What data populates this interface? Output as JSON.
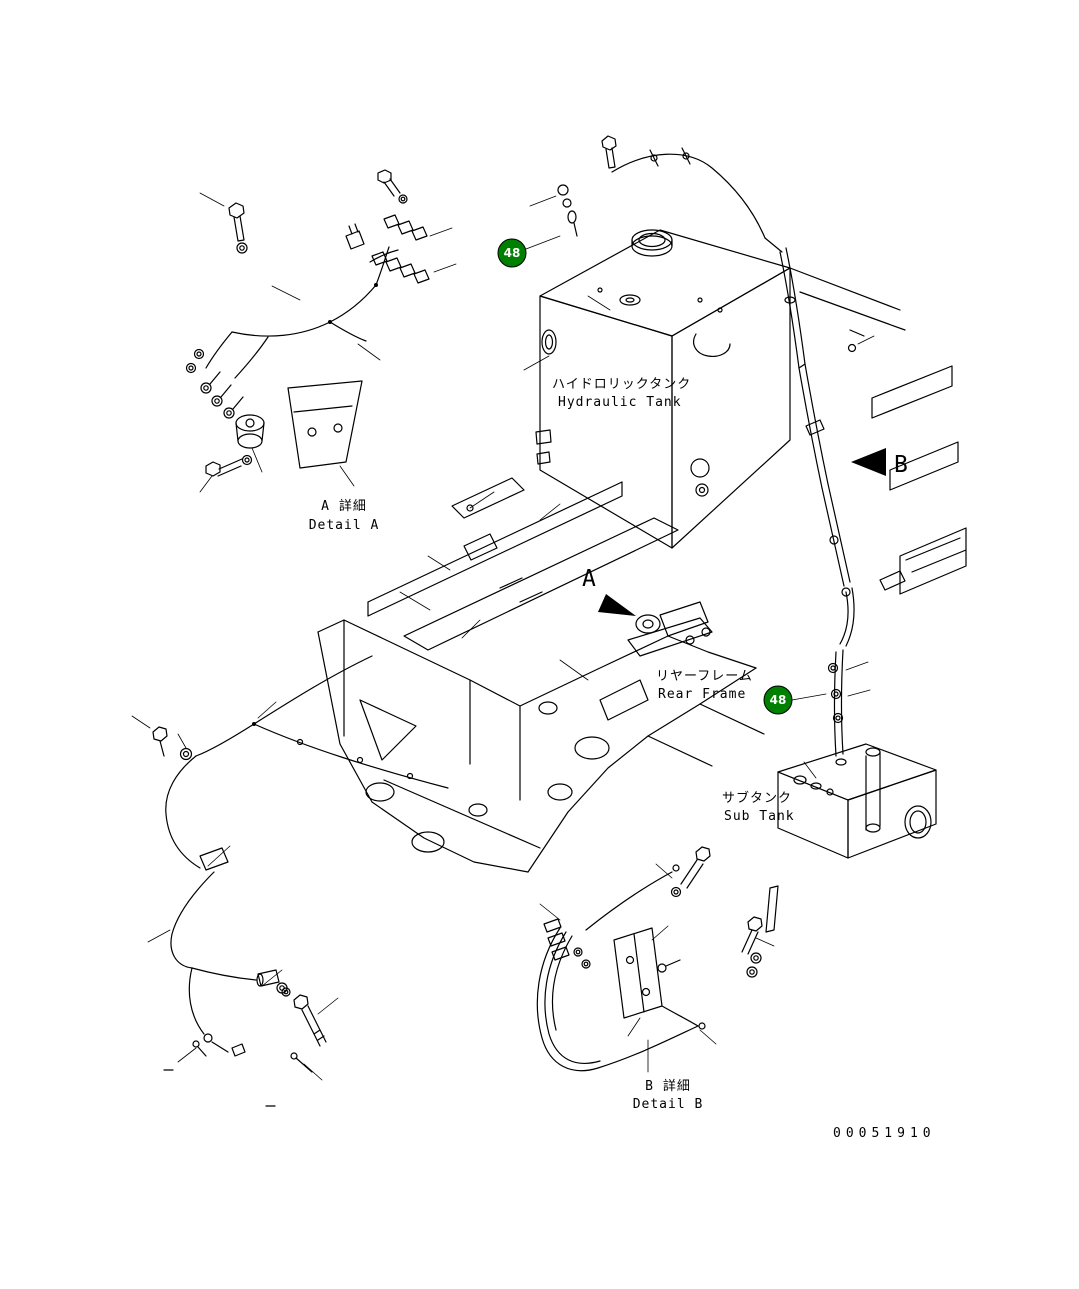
{
  "diagram": {
    "drawing_number": "00051910",
    "background_color": "#ffffff",
    "line_color": "#000000"
  },
  "labels": {
    "hydraulic_tank": {
      "jp": "ハイドロリックタンク",
      "en": "Hydraulic Tank"
    },
    "rear_frame": {
      "jp": "リヤーフレーム",
      "en": "Rear Frame"
    },
    "sub_tank": {
      "jp": "サブタンク",
      "en": "Sub Tank"
    },
    "detail_a": {
      "jp": "A 詳細",
      "en": "Detail A"
    },
    "detail_b": {
      "jp": "B 詳細",
      "en": "Detail B"
    },
    "view_a": "A",
    "view_b": "B"
  },
  "callouts": [
    {
      "number": "48",
      "color": "#008000"
    },
    {
      "number": "48",
      "color": "#008000"
    }
  ]
}
